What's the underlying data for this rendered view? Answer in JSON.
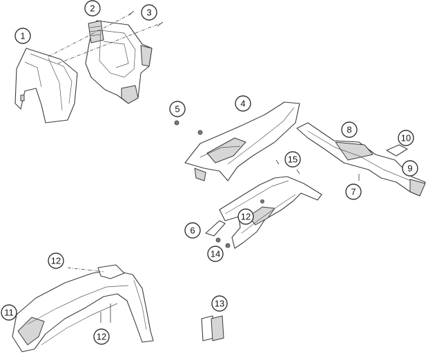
{
  "callouts": [
    {
      "id": "c1",
      "label": "1"
    },
    {
      "id": "c2",
      "label": "2"
    },
    {
      "id": "c3",
      "label": "3"
    },
    {
      "id": "c4",
      "label": "4"
    },
    {
      "id": "c5",
      "label": "5"
    },
    {
      "id": "c6",
      "label": "6"
    },
    {
      "id": "c7",
      "label": "7"
    },
    {
      "id": "c8",
      "label": "8"
    },
    {
      "id": "c9",
      "label": "9"
    },
    {
      "id": "c10",
      "label": "10"
    },
    {
      "id": "c11",
      "label": "11"
    },
    {
      "id": "c12a",
      "label": "12"
    },
    {
      "id": "c12b",
      "label": "12"
    },
    {
      "id": "c12c",
      "label": "12"
    },
    {
      "id": "c13",
      "label": "13"
    },
    {
      "id": "c14",
      "label": "14"
    },
    {
      "id": "c15",
      "label": "15"
    }
  ],
  "colors": {
    "line": "#3a3a3a",
    "shade": "#d6d6d6",
    "background": "#ffffff"
  }
}
